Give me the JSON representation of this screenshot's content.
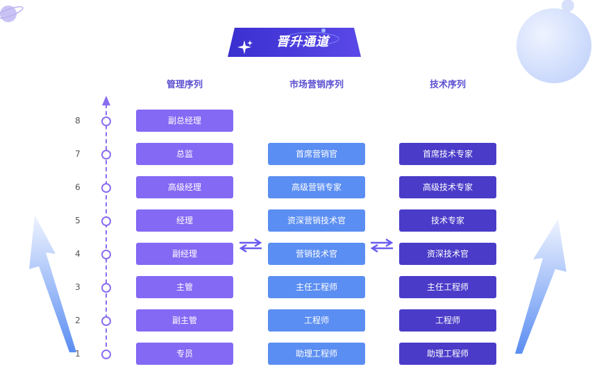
{
  "title": "晋升通道",
  "columns": [
    {
      "id": "mgmt",
      "label": "管理序列"
    },
    {
      "id": "mkt",
      "label": "市场营销序列"
    },
    {
      "id": "tech",
      "label": "技术序列"
    }
  ],
  "levels": [
    "8",
    "7",
    "6",
    "5",
    "4",
    "3",
    "2",
    "1"
  ],
  "management": [
    "副总经理",
    "总监",
    "高级经理",
    "经理",
    "副经理",
    "主管",
    "副主管",
    "专员"
  ],
  "marketing": [
    "",
    "首席营销官",
    "高级营销专家",
    "资深营销技术官",
    "营销技术官",
    "主任工程师",
    "工程师",
    "助理工程师"
  ],
  "technical": [
    "",
    "首席技术专家",
    "高级技术专家",
    "技术专家",
    "资深技术官",
    "主任工程师",
    "工程师",
    "助理工程师"
  ],
  "colors": {
    "management": "#8469f4",
    "marketing": "#5b8ef2",
    "technical": "#4a3cc9",
    "accent": "#5b4fd1",
    "axis": "#8a6cf0"
  },
  "icons": [
    "sparkle-icon",
    "swap-arrows-icon",
    "up-arrow-icon",
    "planet-icon",
    "bubble-icon"
  ]
}
